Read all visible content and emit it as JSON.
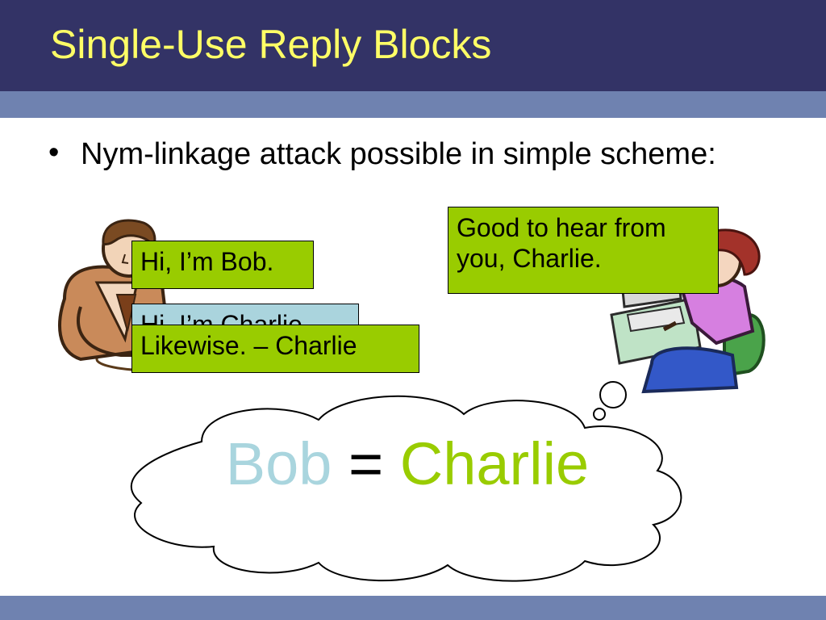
{
  "slide": {
    "title": "Single-Use Reply Blocks",
    "bullet": "Nym-linkage attack possible in simple scheme:"
  },
  "bubbles": {
    "bob_hi": "Hi, I’m Bob.",
    "charlie_hi": "Hi, I’m Charlie.",
    "likewise": "Likewise. – Charlie",
    "good_to_hear": "Good to hear from you, Charlie."
  },
  "conclusion": {
    "left": "Bob",
    "equals": "=",
    "right": "Charlie"
  },
  "colors": {
    "title_bar": "#333366",
    "title_text": "#ffff66",
    "stripe": "#6f82b0",
    "bubble_green": "#99cc00",
    "bubble_blue": "#aad4dd",
    "bob_word": "#a9d5de",
    "charlie_word": "#99cc00"
  },
  "icons": [
    "man-at-desk-clipart",
    "woman-at-computer-clipart",
    "thought-cloud"
  ]
}
